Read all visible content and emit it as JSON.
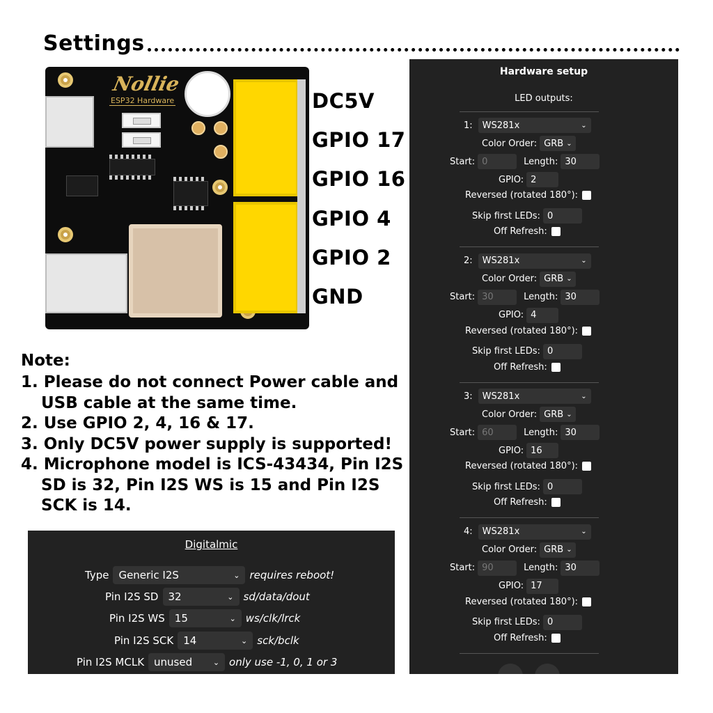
{
  "title": "Settings",
  "board": {
    "logo": "Nollie",
    "label": "ESP32 Hardware"
  },
  "terminals": [
    "DC5V",
    "GPIO 17",
    "GPIO 16",
    "GPIO 4",
    "GPIO 2",
    "GND"
  ],
  "note": {
    "heading": "Note:",
    "items": [
      "1. Please do not connect Power cable and USB cable at the same time.",
      "2. Use GPIO 2, 4, 16 & 17.",
      "3. Only DC5V power supply is supported!",
      "4. Microphone model is ICS-43434, Pin I2S SD is 32, Pin I2S WS is 15 and Pin I2S SCK is 14."
    ]
  },
  "mic": {
    "title": "Digitalmic",
    "type_label": "Type",
    "type_value": "Generic I2S",
    "type_hint": "requires reboot!",
    "sd_label": "Pin I2S SD",
    "sd_value": "32",
    "sd_hint": "sd/data/dout",
    "ws_label": "Pin I2S WS",
    "ws_value": "15",
    "ws_hint": "ws/clk/lrck",
    "sck_label": "Pin I2S SCK",
    "sck_value": "14",
    "sck_hint": "sck/bclk",
    "mclk_label": "Pin I2S MCLK",
    "mclk_value": "unused",
    "mclk_hint": "only use -1, 0, 1 or 3"
  },
  "hw": {
    "title": "Hardware setup",
    "subtitle": "LED outputs:",
    "labels": {
      "color_order": "Color Order:",
      "start": "Start:",
      "length": "Length:",
      "gpio": "GPIO:",
      "reversed": "Reversed (rotated 180°):",
      "skip": "Skip first LEDs:",
      "off_refresh": "Off Refresh:"
    },
    "outputs": [
      {
        "index": "1:",
        "type": "WS281x",
        "color_order": "GRB",
        "start": "0",
        "length": "30",
        "gpio": "2",
        "skip": "0"
      },
      {
        "index": "2:",
        "type": "WS281x",
        "color_order": "GRB",
        "start": "30",
        "length": "30",
        "gpio": "4",
        "skip": "0"
      },
      {
        "index": "3:",
        "type": "WS281x",
        "color_order": "GRB",
        "start": "60",
        "length": "30",
        "gpio": "16",
        "skip": "0"
      },
      {
        "index": "4:",
        "type": "WS281x",
        "color_order": "GRB",
        "start": "90",
        "length": "30",
        "gpio": "17",
        "skip": "0"
      }
    ]
  }
}
